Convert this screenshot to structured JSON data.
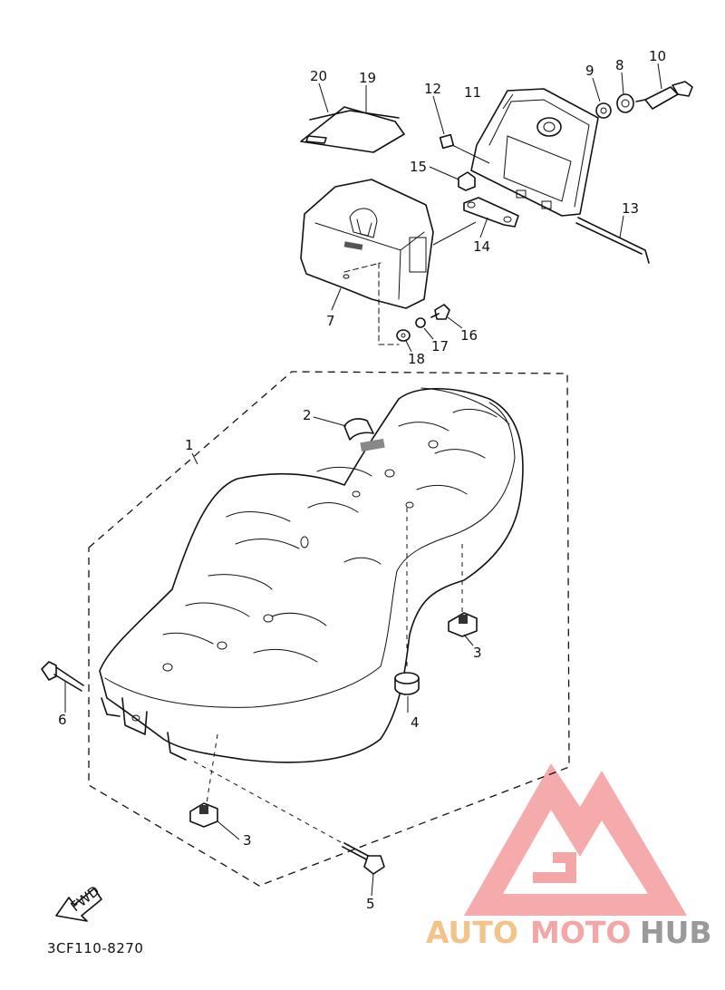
{
  "diagram": {
    "part_code": "3CF110-8270",
    "fwd_label": "FWD",
    "callouts": {
      "c1": "1",
      "c2": "2",
      "c3a": "3",
      "c3b": "3",
      "c4": "4",
      "c5": "5",
      "c6": "6",
      "c7": "7",
      "c8": "8",
      "c9": "9",
      "c10": "10",
      "c11": "11",
      "c12": "12",
      "c13": "13",
      "c14": "14",
      "c15": "15",
      "c16": "16",
      "c17": "17",
      "c18": "18",
      "c19": "19",
      "c20": "20"
    }
  },
  "watermark": {
    "part1": "AUTO",
    "part2": "MOTO",
    "part3": "HUB",
    "colors": {
      "auto": "#f3c48a",
      "moto": "#f4a6a6",
      "hub": "#9a9a9a",
      "logo": "#f4a6a6"
    }
  }
}
